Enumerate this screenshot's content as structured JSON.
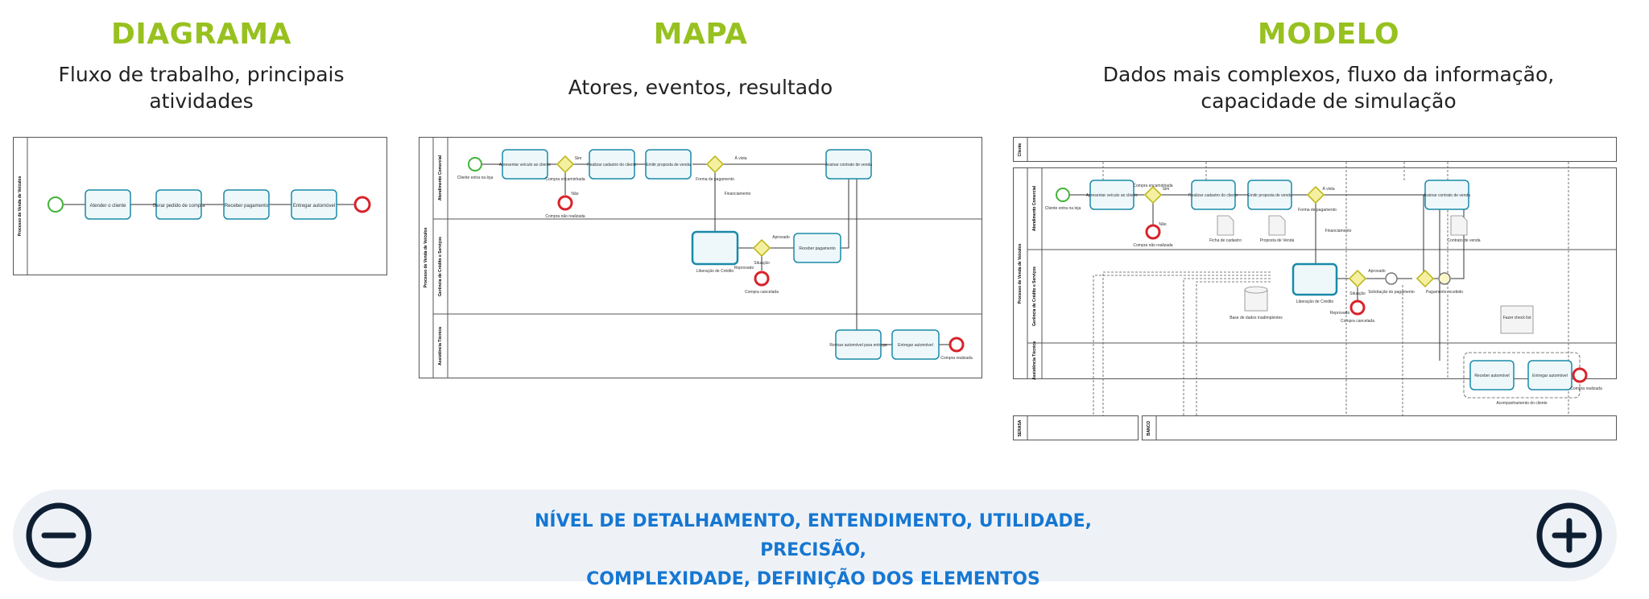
{
  "columns": [
    {
      "title": "DIAGRAMA",
      "subtitle_lines": [
        "Fluxo de trabalho, principais",
        "atividades"
      ]
    },
    {
      "title": "MAPA",
      "subtitle_lines": [
        "Atores, eventos, resultado"
      ]
    },
    {
      "title": "MODELO",
      "subtitle_lines": [
        "Dados mais complexos, fluxo da informação,",
        "capacidade de simulação"
      ]
    }
  ],
  "diagrama": {
    "pool": "Processo de Venda de Veículos",
    "tasks": [
      "Atender o cliente",
      "Gerar pedido de compra",
      "Receber pagamento",
      "Entregar automóvel"
    ]
  },
  "mapa": {
    "pool": "Processo de Venda de Veículos",
    "lanes": [
      "Atendimento Comercial",
      "Gerência de Crédito e Serviços",
      "Assistência Técnica"
    ],
    "tasks": [
      "Apresentar veículo ao cliente",
      "Realizar cadastro do cliente",
      "Emitir proposta de venda",
      "Assinar contrato de venda",
      "Liberação de Crédito",
      "Receber pagamento",
      "Revisar automóvel para entrega",
      "Entregar automóvel"
    ],
    "events": [
      "Cliente entra na loja",
      "Compra não realizada",
      "Compra cancelada",
      "Compra realizada"
    ],
    "gateways": [
      "Compra encaminhada",
      "Forma de pagamento",
      "Situação"
    ],
    "flow_labels": [
      "Sim",
      "Não",
      "À vista",
      "Financiamento",
      "Aprovado",
      "Reprovado"
    ]
  },
  "modelo": {
    "pool": "Processo de Venda de Veículos",
    "top_pool": "Cliente",
    "bottom_pools": [
      "SERASA",
      "BANCO"
    ],
    "lanes": [
      "Atendimento Comercial",
      "Gerência de Crédito e Serviços",
      "Assistência Técnica"
    ],
    "tasks": [
      "Apresentar veículo ao cliente",
      "Realizar cadastro do cliente",
      "Emitir proposta de venda",
      "Assinar contrato de venda",
      "Liberação de Crédito",
      "Receber automóvel",
      "Entregar automóvel"
    ],
    "events": [
      "Cliente entra na loja",
      "Compra não realizada",
      "Compra cancelada",
      "Solicitação do pagamento",
      "Pagamento recebido",
      "Compra realizada"
    ],
    "gateways": [
      "Compra encaminhada",
      "Forma de pagamento",
      "Situação"
    ],
    "data_objects": [
      "Ficha de cadastro",
      "Proposta de Venda",
      "Contrato de venda",
      "Fazer check list"
    ],
    "data_store": "Base de dados inadimplentes",
    "flow_labels": [
      "Sim",
      "Não",
      "À vista",
      "Financiamento",
      "Aprovado",
      "Reprovado"
    ],
    "group_label": "Acompanhamento do cliente"
  },
  "bottom_bar": {
    "lines": [
      "NÍVEL DE DETALHAMENTO, ENTENDIMENTO, UTILIDADE, PRECISÃO,",
      "COMPLEXIDADE, DEFINIÇÃO DOS ELEMENTOS"
    ],
    "left_icon": "minus-circle-icon",
    "right_icon": "plus-circle-icon"
  },
  "colors": {
    "title": "#97c11f",
    "bar_text": "#1677d2",
    "task": "#1a8aa8",
    "gateway": "#d7d31b",
    "end_event": "#d8232a",
    "start_event": "#44b23a"
  }
}
